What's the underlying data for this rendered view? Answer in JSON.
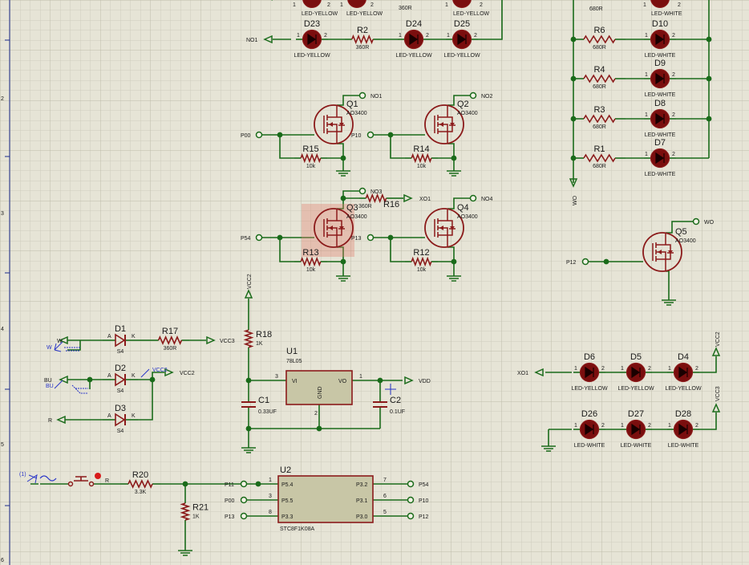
{
  "ruler": {
    "marks": [
      "2",
      "3",
      "4",
      "5",
      "6"
    ]
  },
  "colors": {
    "wire": "#1a6b1a",
    "component": "#8b1a1a",
    "led_fill": "#7a0e0e",
    "text": "#1a1a1a",
    "terminal_blue": "#2a36c8",
    "background": "#e6e4d6"
  },
  "leds": [
    {
      "ref": "D23",
      "type": "LED-YELLOW"
    },
    {
      "ref": "D24",
      "type": "LED-YELLOW"
    },
    {
      "ref": "D25",
      "type": "LED-YELLOW"
    },
    {
      "ref": "D10",
      "type": "LED-WHITE"
    },
    {
      "ref": "D9",
      "type": "LED-WHITE"
    },
    {
      "ref": "D8",
      "type": "LED-WHITE"
    },
    {
      "ref": "D7",
      "type": "LED-WHITE"
    },
    {
      "ref": "D6",
      "type": "LED-YELLOW"
    },
    {
      "ref": "D5",
      "type": "LED-YELLOW"
    },
    {
      "ref": "D4",
      "type": "LED-YELLOW"
    },
    {
      "ref": "D26",
      "type": "LED-WHITE"
    },
    {
      "ref": "D27",
      "type": "LED-WHITE"
    },
    {
      "ref": "D28",
      "type": "LED-WHITE"
    }
  ],
  "top_partial": {
    "led_types": [
      "LED-YELLOW",
      "LED-YELLOW",
      "LED-YELLOW",
      "LED-WHITE"
    ],
    "resistor_values": [
      "360R",
      "680R"
    ],
    "pin_labels": [
      "1",
      "2",
      "1",
      "2",
      "1",
      "2",
      "1",
      "2"
    ]
  },
  "resistors": [
    {
      "ref": "R2",
      "value": "360R"
    },
    {
      "ref": "R6",
      "value": "680R"
    },
    {
      "ref": "R4",
      "value": "680R"
    },
    {
      "ref": "R3",
      "value": "680R"
    },
    {
      "ref": "R1",
      "value": "680R"
    },
    {
      "ref": "R15",
      "value": "10k"
    },
    {
      "ref": "R14",
      "value": "10k"
    },
    {
      "ref": "R16",
      "value": "360R"
    },
    {
      "ref": "R13",
      "value": "10k"
    },
    {
      "ref": "R12",
      "value": "10k"
    },
    {
      "ref": "R17",
      "value": "360R"
    },
    {
      "ref": "R18",
      "value": "1K"
    },
    {
      "ref": "R20",
      "value": "3.3K"
    },
    {
      "ref": "R21",
      "value": "1K"
    }
  ],
  "mosfets": [
    {
      "ref": "Q1",
      "value": "AO3400"
    },
    {
      "ref": "Q2",
      "value": "AO3400"
    },
    {
      "ref": "Q3",
      "value": "AO3400"
    },
    {
      "ref": "Q4",
      "value": "AO3400"
    },
    {
      "ref": "Q5",
      "value": "AO3400"
    }
  ],
  "diodes": [
    {
      "ref": "D1",
      "value": "S4",
      "anode": "A",
      "cathode": "K"
    },
    {
      "ref": "D2",
      "value": "S4",
      "anode": "A",
      "cathode": "K"
    },
    {
      "ref": "D3",
      "value": "S4",
      "anode": "A",
      "cathode": "K"
    }
  ],
  "capacitors": [
    {
      "ref": "C1",
      "value": "0.33UF"
    },
    {
      "ref": "C2",
      "value": "0.1UF"
    }
  ],
  "regulator": {
    "ref": "U1",
    "value": "78L05",
    "pins": {
      "vi": "VI",
      "vo": "VO",
      "gnd": "GND",
      "n_in": "3",
      "n_out": "1",
      "n_gnd": "2"
    }
  },
  "mcu": {
    "ref": "U2",
    "value": "STC8F1K08A",
    "left_pins": [
      {
        "net": "P11",
        "num": "1",
        "name": "P5.4"
      },
      {
        "net": "P00",
        "num": "3",
        "name": "P5.5"
      },
      {
        "net": "P13",
        "num": "8",
        "name": "P3.3"
      }
    ],
    "right_pins": [
      {
        "net": "P54",
        "num": "7",
        "name": "P3.2"
      },
      {
        "net": "P10",
        "num": "6",
        "name": "P3.1"
      },
      {
        "net": "P12",
        "num": "5",
        "name": "P3.0"
      }
    ]
  },
  "nets": {
    "no1": "NO1",
    "no2": "NO2",
    "no3": "NO3",
    "no4": "NO4",
    "no2_top": "NO2",
    "xo1": "XO1",
    "wo": "WO",
    "vdd": "VDD",
    "vcc2": "VCC2",
    "vcc3": "VCC3",
    "p00": "P00",
    "p10": "P10",
    "p54": "P54",
    "p13": "P13",
    "p12": "P12",
    "p11": "P11",
    "w": "W",
    "bu": "BU",
    "r": "R",
    "gen": "(1)"
  },
  "terminals_blue": {
    "w": "W",
    "bu": "BU",
    "vcc2": "VCC2"
  },
  "switch": {
    "label": "R"
  }
}
